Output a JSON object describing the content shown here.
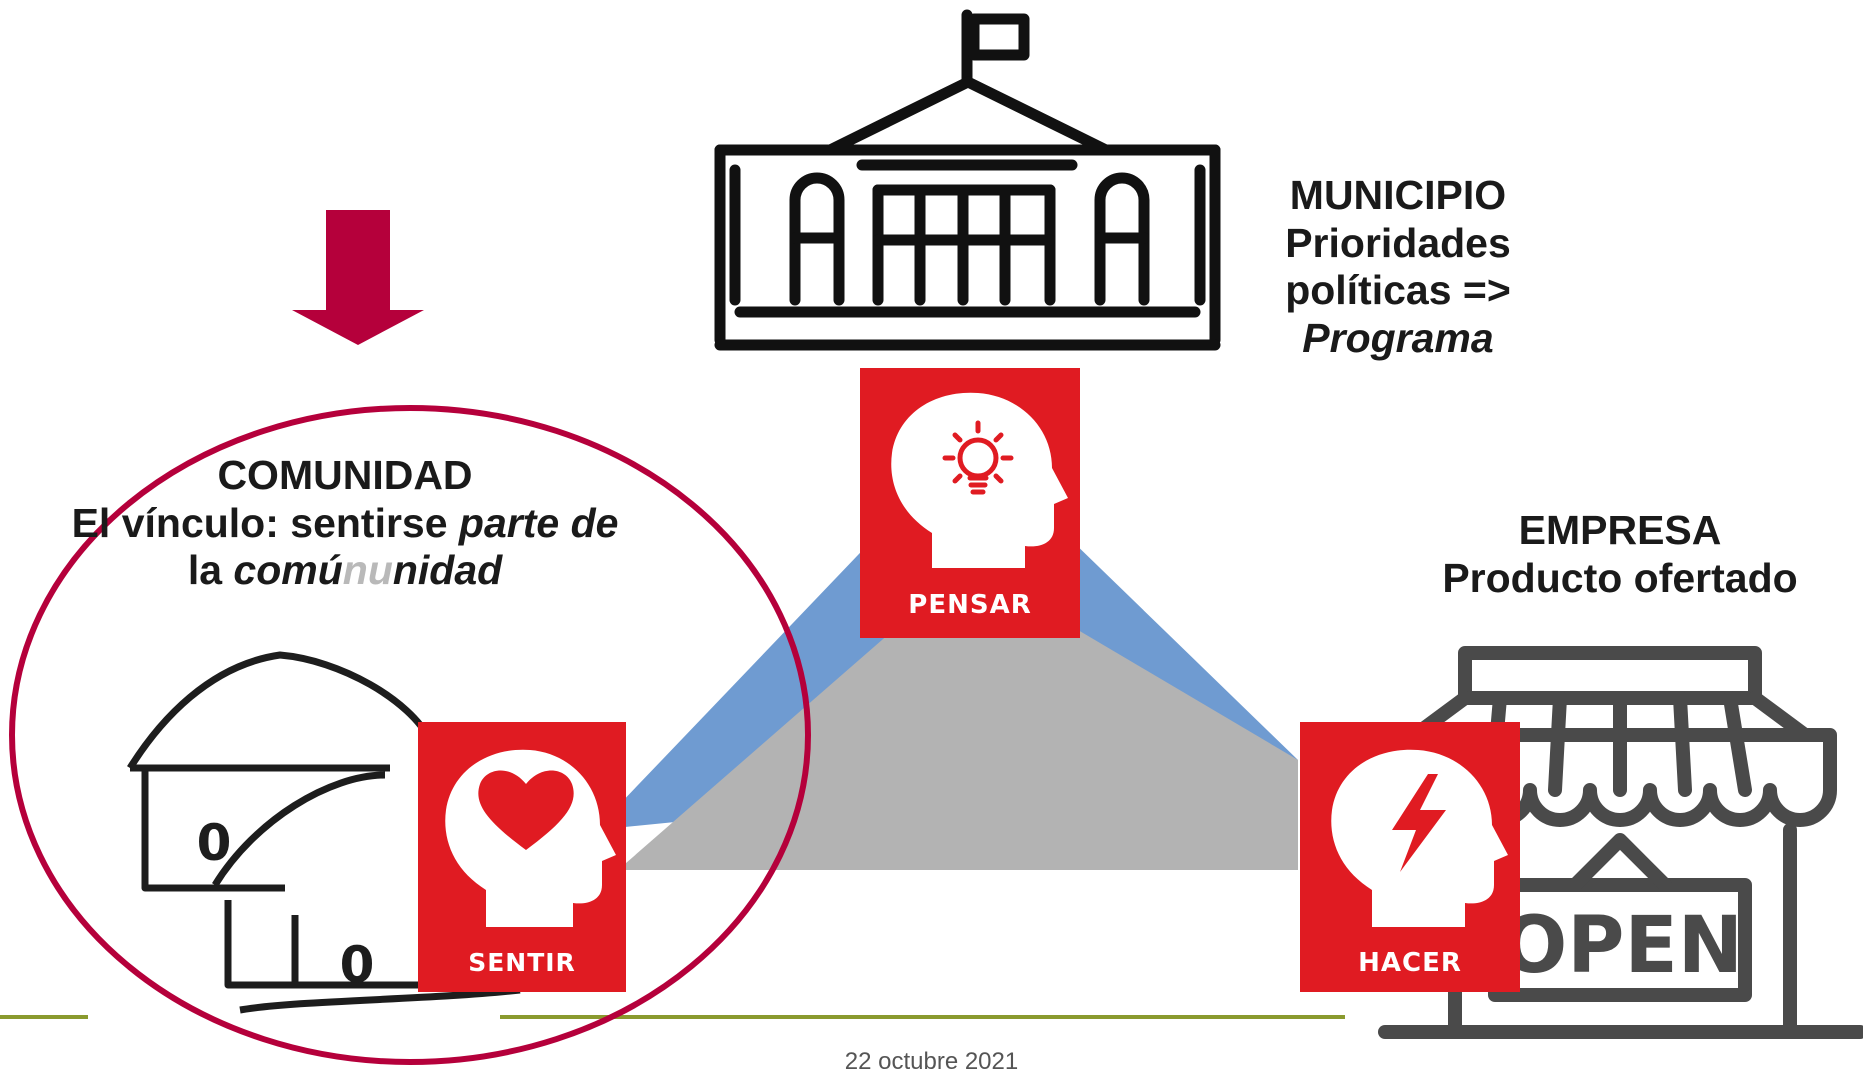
{
  "municipio": {
    "title": "MUNICIPIO",
    "line2": "Prioridades",
    "line3": "políticas =>",
    "line4": "Programa"
  },
  "comunidad": {
    "title": "COMUNIDAD",
    "line2_a": "El vínculo: sentirse ",
    "line2_b": "parte de",
    "line3_a": "la ",
    "line3_b": "comú",
    "line3_ghost_n": "n",
    "line3_ghost_u": "u",
    "line3_c": "nidad"
  },
  "empresa": {
    "title": "EMPRESA",
    "line2": "Producto ofertado"
  },
  "badges": {
    "pensar": "PENSAR",
    "sentir": "SENTIR",
    "hacer": "HACER"
  },
  "shop_sign": "OPEN",
  "house_markers": [
    "0",
    "0"
  ],
  "footer_date": "22 octubre 2021",
  "colors": {
    "badge_red": "#e01b22",
    "accent_crimson": "#b5003b",
    "triangle_blue": "#6f9bd1",
    "triangle_gray": "#b3b3b3",
    "divider_green": "#8a9a2e",
    "icon_black": "#111111",
    "icon_gray": "#4a4a4a"
  }
}
